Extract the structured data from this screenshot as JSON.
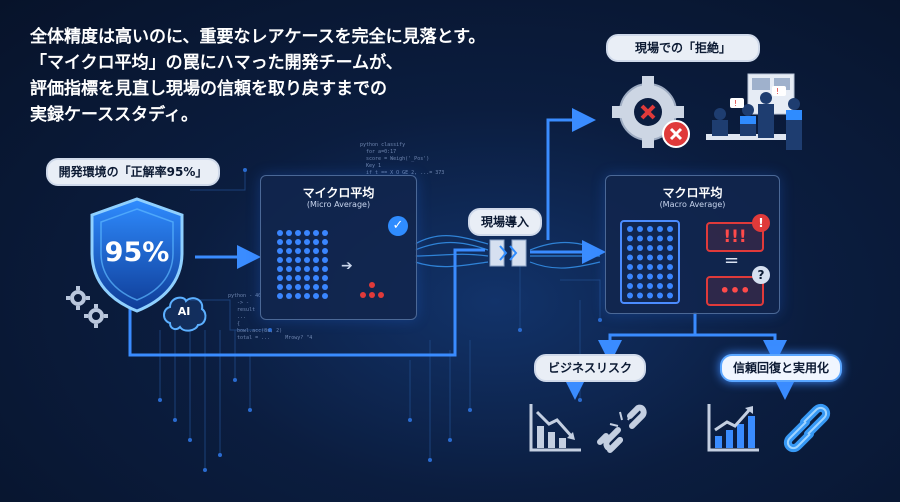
{
  "headline": {
    "line1": "全体精度は高いのに、重要なレアケースを完全に見落とす。",
    "line2": "「マイクロ平均」の罠にハマった開発チームが、",
    "line3": "評価指標を見直し現場の信頼を取り戻すまでの",
    "line4": "実録ケーススタディ。"
  },
  "dev_env": {
    "label": "開発環境の「正解率95%」",
    "shield_value": "95%",
    "ai_label": "AI"
  },
  "micro_card": {
    "title": "マイクロ平均",
    "subtitle": "(Micro Average)"
  },
  "deploy_label": "現場導入",
  "rejection_label": "現場での「拒絶」",
  "macro_card": {
    "title": "マクロ平均",
    "subtitle": "(Macro Average)",
    "alert_text": "!!!",
    "dots_text": "•••",
    "equals_text": "="
  },
  "business_risk_label": "ビジネスリスク",
  "trust_label": "信頼回復と実用化",
  "icons": [
    "shield-icon",
    "brain-icon",
    "gear-icon",
    "check-icon",
    "alert-icon",
    "question-icon",
    "broken-gear-icon",
    "team-icon",
    "declining-chart-icon",
    "broken-link-icon",
    "rising-chart-icon",
    "link-icon"
  ],
  "colors": {
    "accent": "#2f8cff",
    "alert": "#e03a3a",
    "background": "#0a1a35"
  }
}
